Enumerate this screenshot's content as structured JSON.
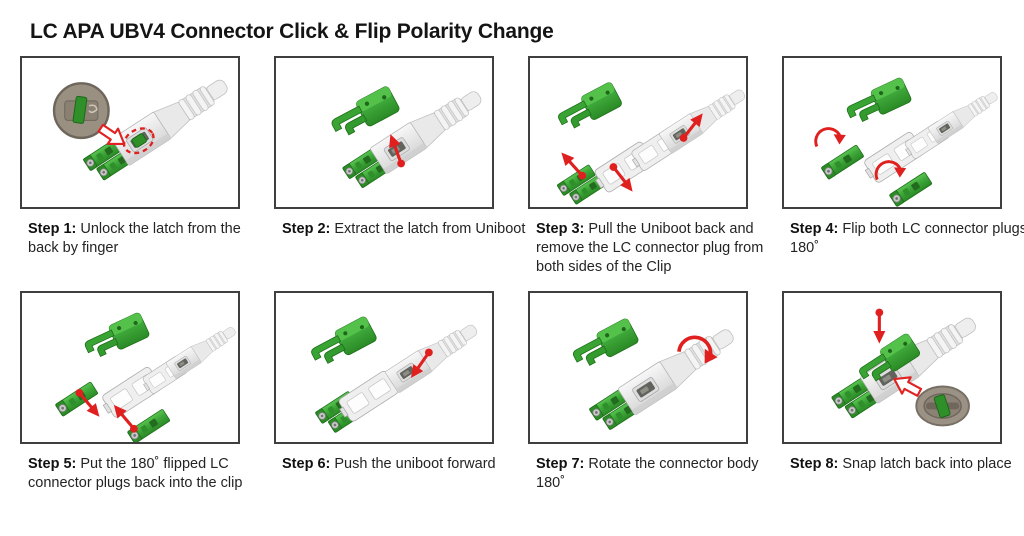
{
  "title": "LC APA UBV4 Connector Click & Flip Polarity Change",
  "colors": {
    "connector_green": "#3da639",
    "green_dark": "#1e6e1a",
    "boot_gray": "#e8e8e8",
    "arrow_red": "#e01f1f",
    "magnifier_taupe": "#999082",
    "panel_border": "#3f3f3f"
  },
  "steps": [
    {
      "label": "Step 1:",
      "text": "Unlock the latch from the back by finger"
    },
    {
      "label": "Step 2:",
      "text": "Extract the latch from Uniboot"
    },
    {
      "label": "Step 3:",
      "text": "Pull the Uniboot back and remove the LC connector plug from both sides of the Clip"
    },
    {
      "label": "Step 4:",
      "text": "Flip both LC connector plugs 180˚"
    },
    {
      "label": "Step 5:",
      "text": "Put the 180˚ flipped LC connector plugs back into the clip"
    },
    {
      "label": "Step 6:",
      "text": "Push the uniboot forward"
    },
    {
      "label": "Step 7:",
      "text": "Rotate the connector body 180˚"
    },
    {
      "label": "Step 8:",
      "text": "Snap latch back into place"
    }
  ]
}
